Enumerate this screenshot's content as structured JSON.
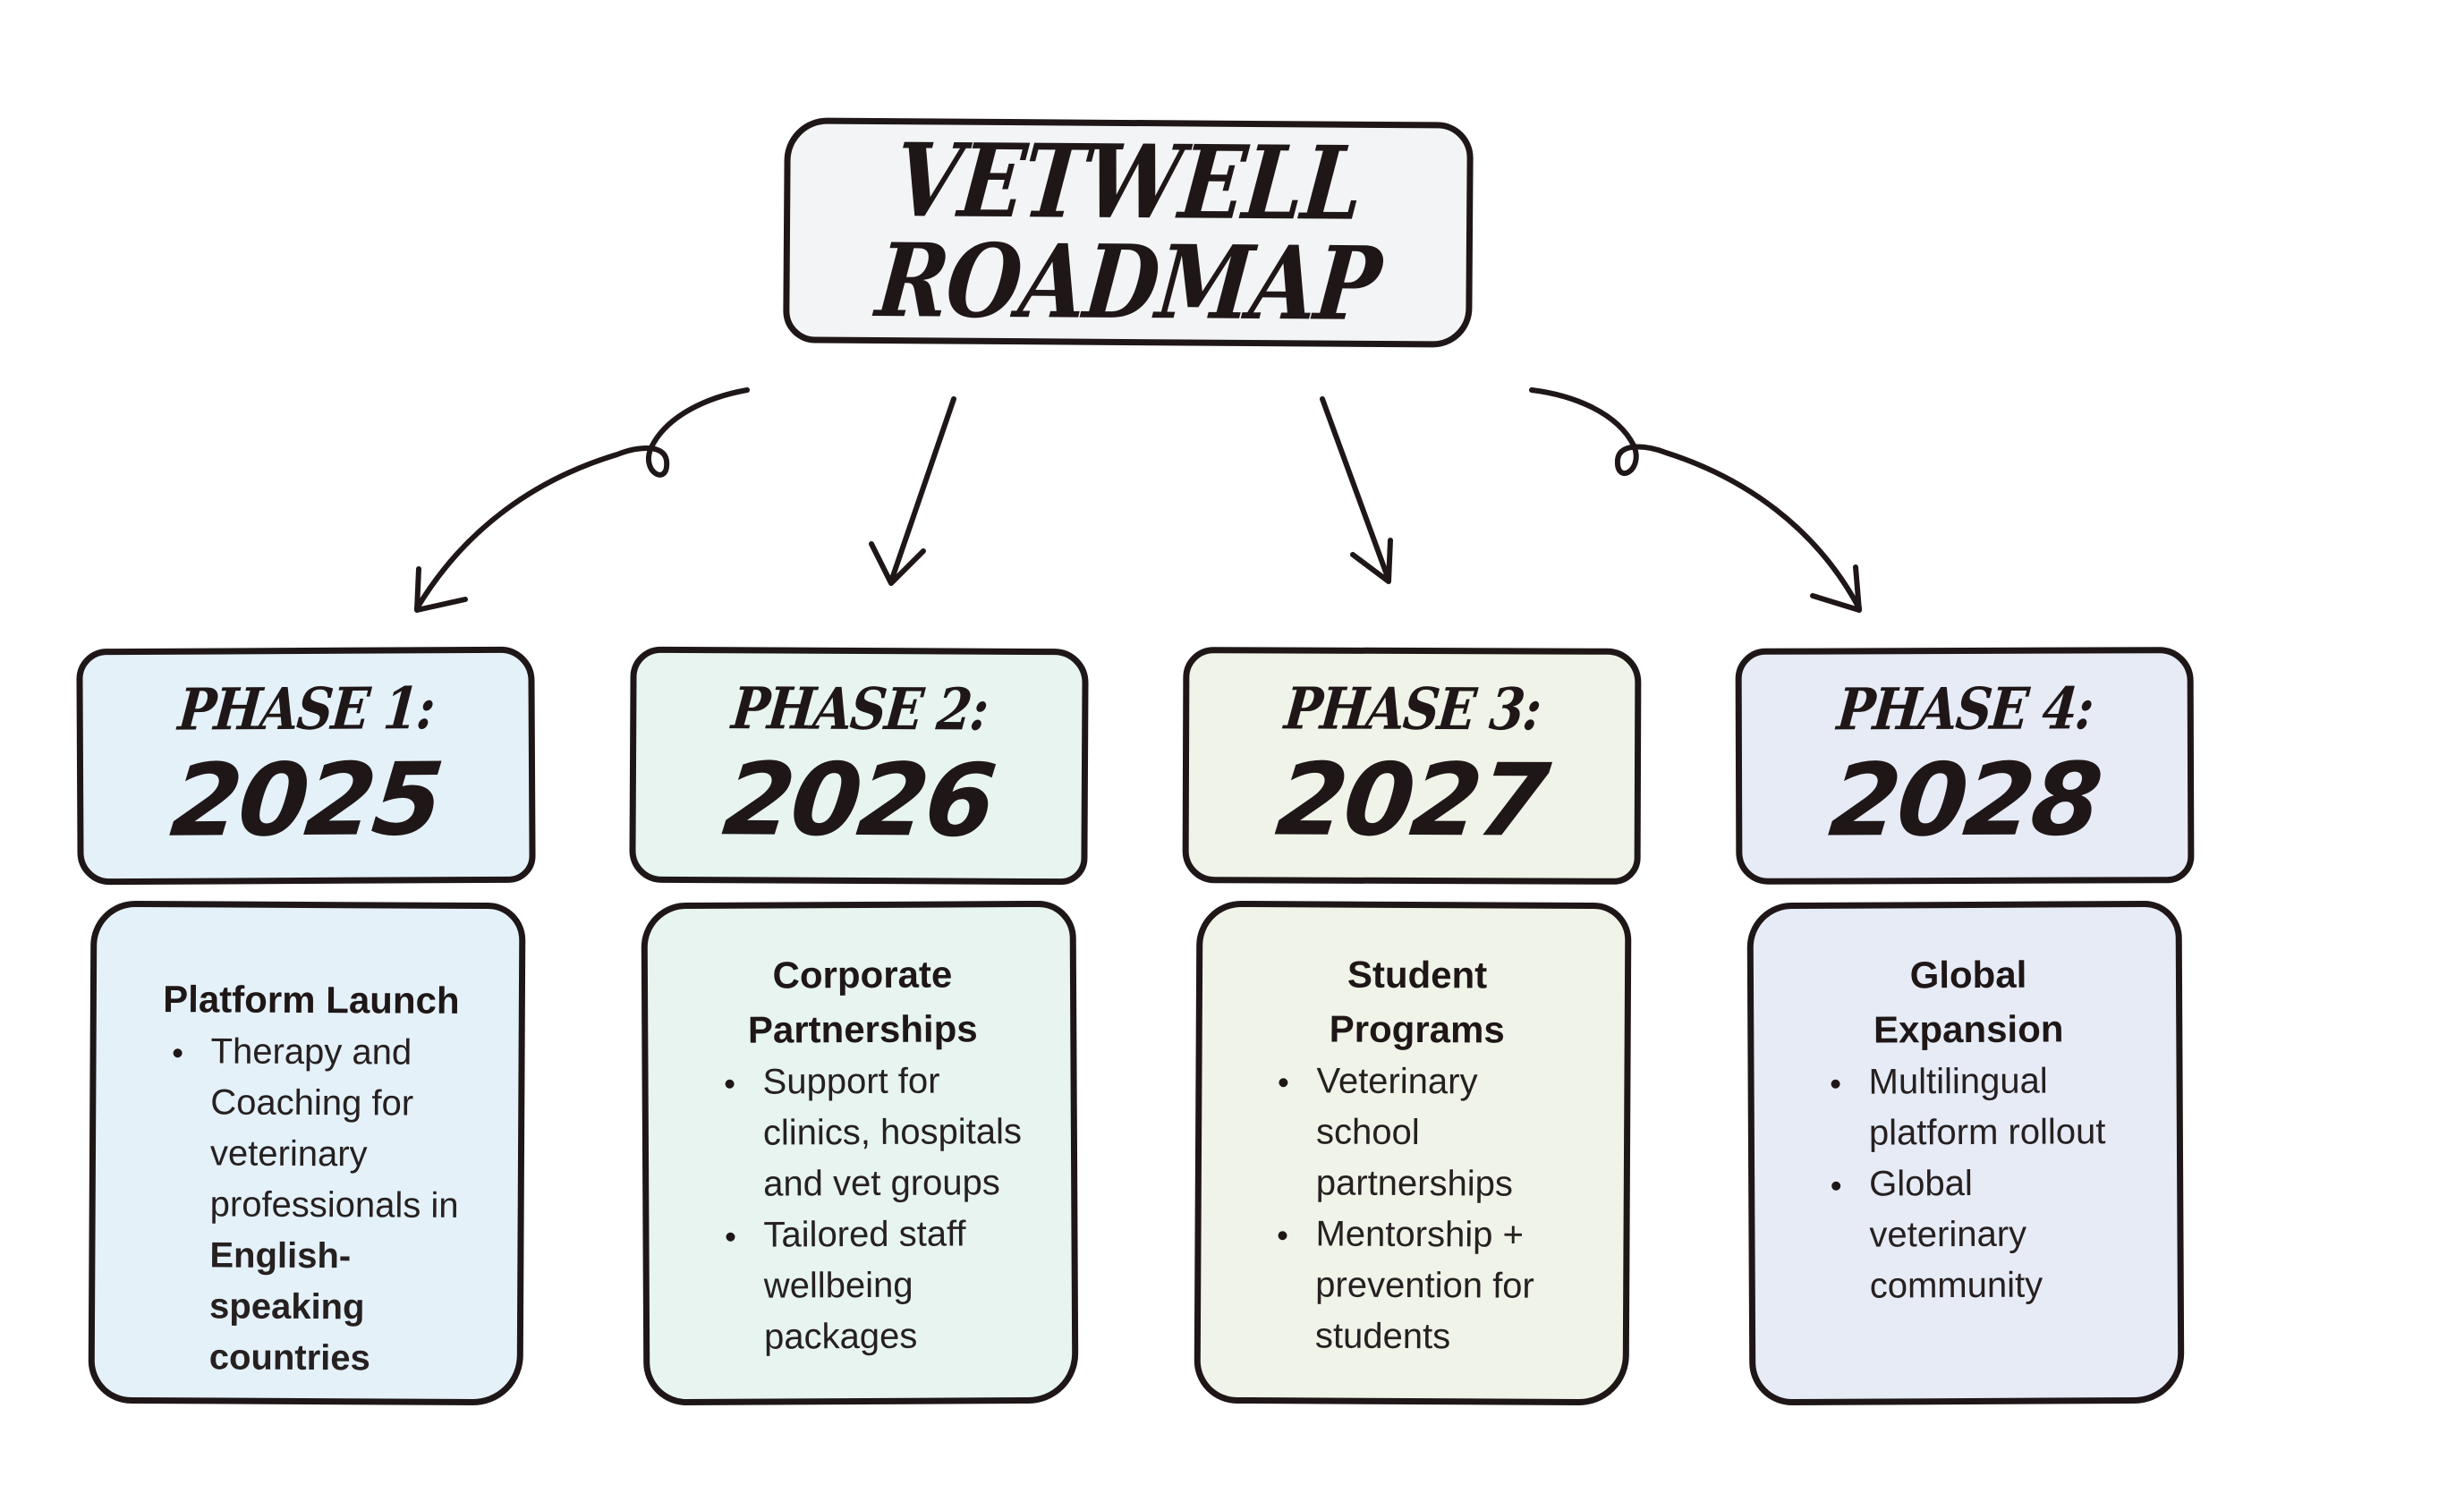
{
  "title": {
    "line1": "VETWELL",
    "line2": "ROADMAP"
  },
  "phases": [
    {
      "label": "PHASE 1:",
      "year": "2025",
      "heading": "Platform Launch",
      "bullets": [
        [
          "Therapy and",
          "Coaching for",
          "veterinary",
          "professionals in"
        ]
      ],
      "bold_lines": [
        "English-",
        "speaking",
        "countries"
      ],
      "color": "#e4f1f9"
    },
    {
      "label": "PHASE 2:",
      "year": "2026",
      "heading": [
        "Corporate",
        "Partnerships"
      ],
      "bullets": [
        [
          "Support for",
          "clinics, hospitals",
          "and vet groups"
        ],
        [
          "Tailored staff",
          "wellbeing",
          "packages"
        ]
      ],
      "color": "#e7f4f0"
    },
    {
      "label": "PHASE 3:",
      "year": "2027",
      "heading": [
        "Student",
        "Programs"
      ],
      "bullets": [
        [
          "Veterinary",
          "school",
          "partnerships"
        ],
        [
          "Mentorship +",
          "prevention for",
          "students"
        ]
      ],
      "color": "#eff3e8"
    },
    {
      "label": "PHASE 4:",
      "year": "2028",
      "heading": [
        "Global",
        "Expansion"
      ],
      "bullets": [
        [
          "Multilingual",
          "platform rollout"
        ],
        [
          "Global",
          "veterinary",
          "community"
        ]
      ],
      "color": "#e6ebf6"
    }
  ],
  "ink_color": "#1f1717"
}
